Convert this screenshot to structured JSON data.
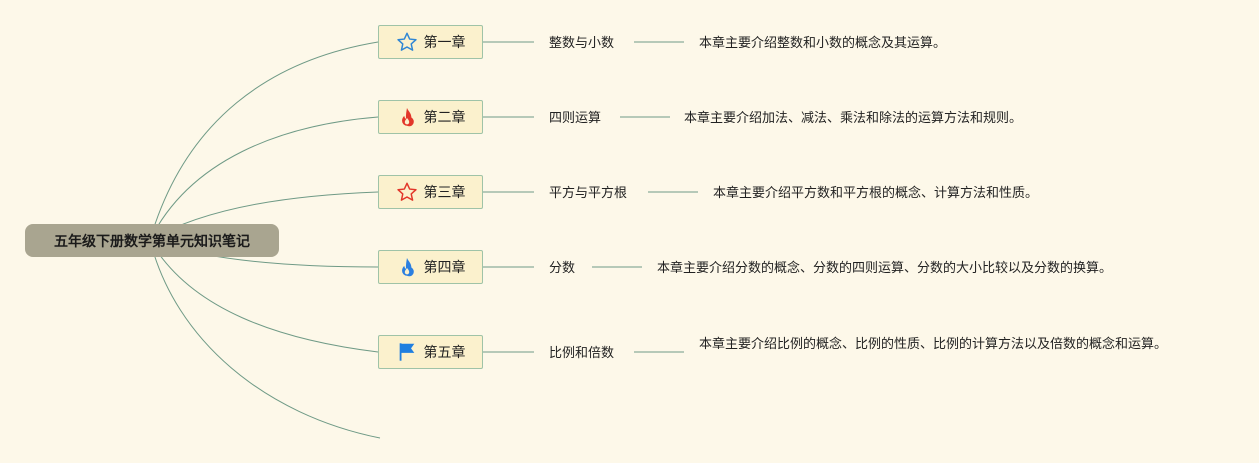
{
  "root": {
    "title": "五年级下册数学第单元知识笔记"
  },
  "chapters": [
    {
      "label": "第一章",
      "icon": "star-outline-blue-icon",
      "topic": "整数与小数",
      "description": "本章主要介绍整数和小数的概念及其运算。"
    },
    {
      "label": "第二章",
      "icon": "fire-red-icon",
      "topic": "四则运算",
      "description": "本章主要介绍加法、减法、乘法和除法的运算方法和规则。"
    },
    {
      "label": "第三章",
      "icon": "star-outline-red-icon",
      "topic": "平方与平方根",
      "description": "本章主要介绍平方数和平方根的概念、计算方法和性质。"
    },
    {
      "label": "第四章",
      "icon": "fire-blue-icon",
      "topic": "分数",
      "description": "本章主要介绍分数的概念、分数的四则运算、分数的大小比较以及分数的换算。"
    },
    {
      "label": "第五章",
      "icon": "flag-blue-icon",
      "topic": "比例和倍数",
      "description": "本章主要介绍比例的概念、比例的性质、比例的计算方法以及倍数的概念和运算。"
    }
  ],
  "colors": {
    "connector": "#6f9a86",
    "star_blue": "#2f86d4",
    "fire_red": "#e2362a",
    "star_red": "#e2362a",
    "fire_blue": "#2b7fe0",
    "flag_blue": "#1f7fe0"
  }
}
